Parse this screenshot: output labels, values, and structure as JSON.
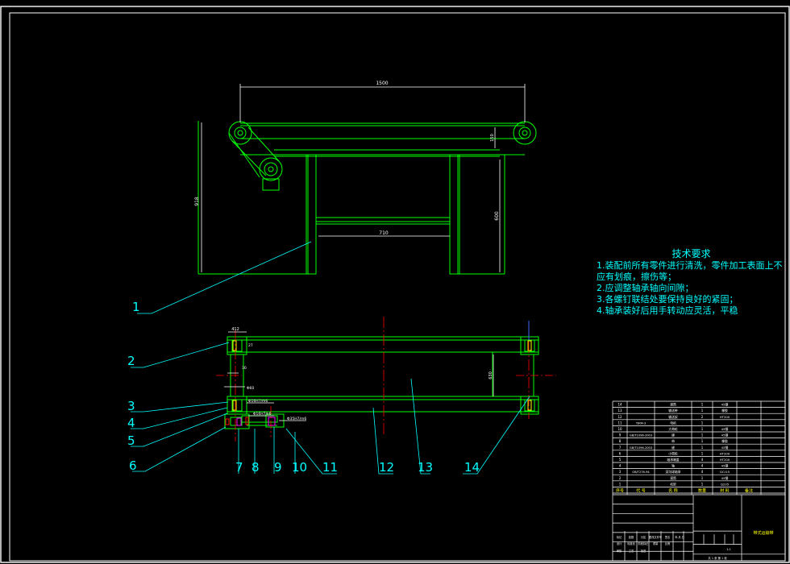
{
  "drawing": {
    "dimensions": {
      "total_length": "1500",
      "frame_span": "710",
      "height_overall": "918",
      "height_right": "600",
      "belt_thickness": "150",
      "plan_height": "630",
      "left_a": "412",
      "left_b": "27",
      "left_c": "30",
      "left_d": "Φ60",
      "left_e": "Φ16H7/m6",
      "bottom_a": "Φ16H7/k6",
      "bottom_b": "Φ35H7/m6"
    },
    "part_labels": [
      "1",
      "2",
      "3",
      "4",
      "5",
      "6",
      "7",
      "8",
      "9",
      "10",
      "11",
      "12",
      "13",
      "14"
    ]
  },
  "tech_requirements": {
    "title": "技术要求",
    "items": [
      "1.装配前所有零件进行清洗，零件加工表面上不应有划痕，擦伤等；",
      "2.应调整轴承轴向间隙；",
      "3.各螺钉联结处要保持良好的紧固；",
      "4.轴承装好后用手转动应灵活，平稳"
    ]
  },
  "title_block": {
    "header": {
      "seq": "序号",
      "code": "代 号",
      "name": "名 称",
      "qty": "数量",
      "material": "材 料",
      "remark": "备注"
    },
    "rows": [
      {
        "seq": "14",
        "code": "",
        "name": "滚筒",
        "qty": "1",
        "mat": "45钢"
      },
      {
        "seq": "13",
        "code": "",
        "name": "输送带",
        "qty": "1",
        "mat": "橡胶"
      },
      {
        "seq": "12",
        "code": "",
        "name": "输送架",
        "qty": "2",
        "mat": "HT200"
      },
      {
        "seq": "11",
        "code": "TJKM-3",
        "name": "电机",
        "qty": "1",
        "mat": ""
      },
      {
        "seq": "10",
        "code": "",
        "name": "大带轮",
        "qty": "1",
        "mat": "45钢"
      },
      {
        "seq": "9",
        "code": "GB/T1096-2003",
        "name": "键",
        "qty": "1",
        "mat": "45钢"
      },
      {
        "seq": "8",
        "code": "",
        "name": "带",
        "qty": "1",
        "mat": "橡胶"
      },
      {
        "seq": "7",
        "code": "GB/T1096-2003",
        "name": "键",
        "qty": "1",
        "mat": "45钢"
      },
      {
        "seq": "6",
        "code": "",
        "name": "小带轮",
        "qty": "1",
        "mat": "HT200"
      },
      {
        "seq": "5",
        "code": "",
        "name": "轴承端盖",
        "qty": "4",
        "mat": "HT200"
      },
      {
        "seq": "4",
        "code": "",
        "name": "轴",
        "qty": "4",
        "mat": "45钢"
      },
      {
        "seq": "3",
        "code": "GB/T276-94",
        "name": "深沟球轴承",
        "qty": "4",
        "mat": "GCr15"
      },
      {
        "seq": "2",
        "code": "",
        "name": "滚筒",
        "qty": "1",
        "mat": "45钢"
      },
      {
        "seq": "1",
        "code": "",
        "name": "机架",
        "qty": "1",
        "mat": "Q235"
      }
    ],
    "drawing_name": "带式运输带",
    "scale_label": "1:1",
    "sheet_label": "共 1 张  第 1 张",
    "small_headers": [
      "标记",
      "处数",
      "分区",
      "更改文件号",
      "签名",
      "年.月.日"
    ],
    "small_headers2": [
      "设计",
      "标准化",
      "阶段标记",
      "重量",
      "比例"
    ],
    "small_headers3": [
      "审核",
      "工艺",
      "批准"
    ]
  },
  "colors": {
    "background": "#000000",
    "outline": "#00ff00",
    "dim": "#ffffff",
    "leader": "#00ffff",
    "center": "#ff0000",
    "red": "#ff0000",
    "magenta": "#ff00ff",
    "yellow": "#ffff00",
    "blue": "#3b6bff"
  }
}
